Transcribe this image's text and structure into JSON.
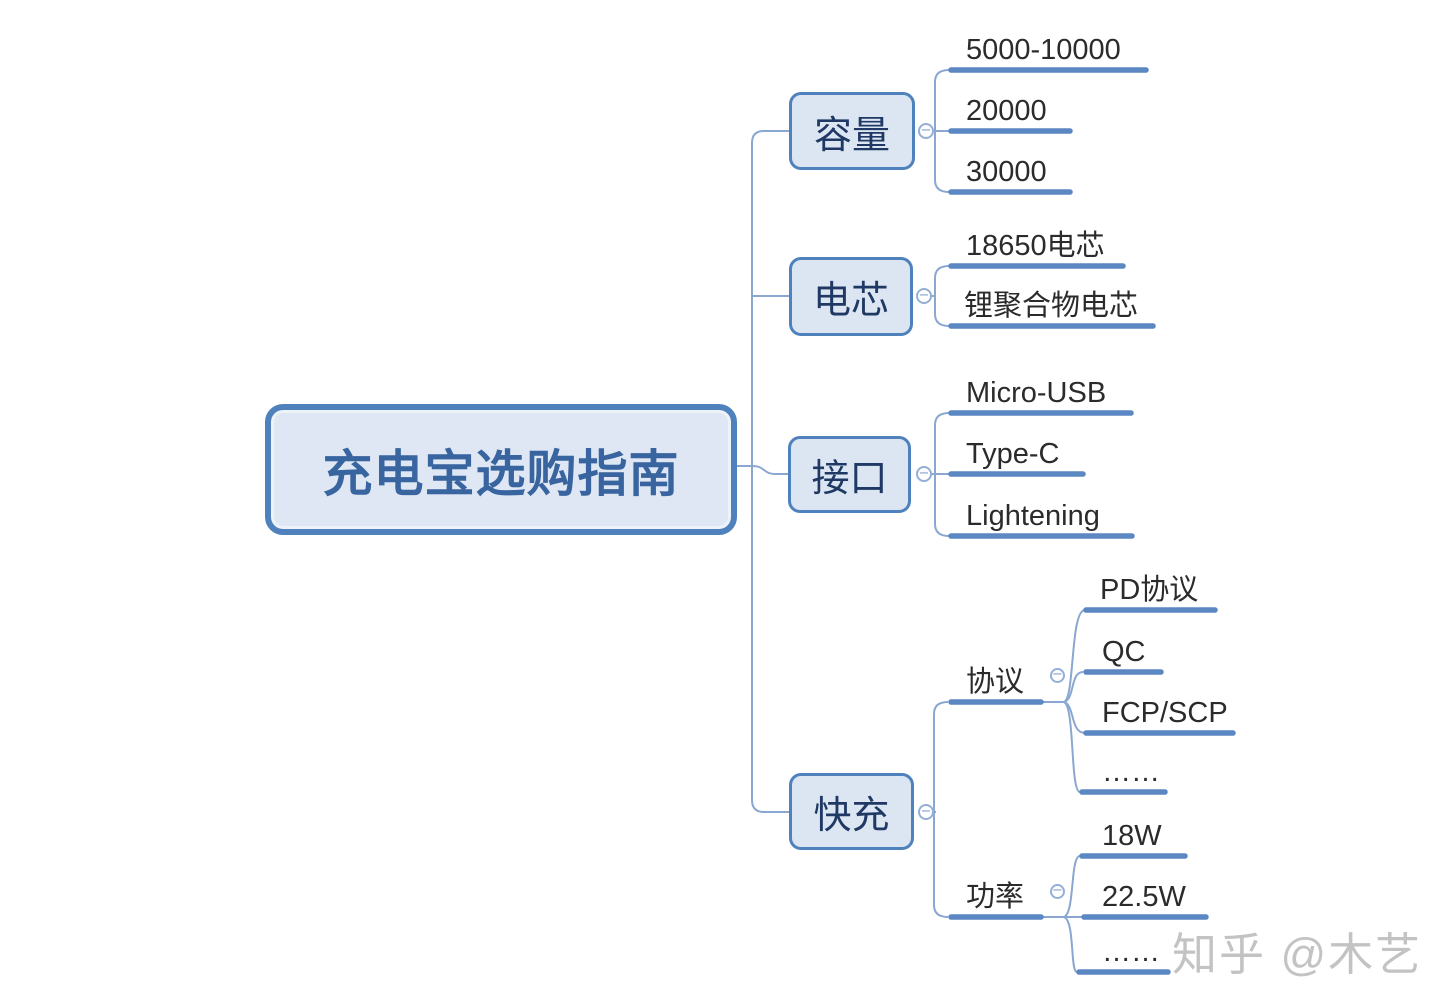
{
  "root": {
    "label": "充电宝选购指南"
  },
  "branches": [
    {
      "label": "容量",
      "children": [
        {
          "label": "5000-10000"
        },
        {
          "label": "20000"
        },
        {
          "label": "30000"
        }
      ]
    },
    {
      "label": "电芯",
      "children": [
        {
          "label": "18650电芯"
        },
        {
          "label": "锂聚合物电芯"
        }
      ]
    },
    {
      "label": "接口",
      "children": [
        {
          "label": "Micro-USB"
        },
        {
          "label": "Type-C"
        },
        {
          "label": "Lightening"
        }
      ]
    },
    {
      "label": "快充",
      "children": [
        {
          "label": "协议",
          "children": [
            {
              "label": "PD协议"
            },
            {
              "label": "QC"
            },
            {
              "label": "FCP/SCP"
            },
            {
              "label": "……"
            }
          ]
        },
        {
          "label": "功率",
          "children": [
            {
              "label": "18W"
            },
            {
              "label": "22.5W"
            },
            {
              "label": "……"
            }
          ]
        }
      ]
    }
  ],
  "icons": {
    "collapse_minus": "−"
  },
  "watermark": {
    "text": "知乎 @木艺"
  },
  "colors": {
    "topic_border": "#4f81bd",
    "topic_fill": "#dce6f2",
    "root_text": "#38649f",
    "topic_text": "#1f3864",
    "leaf_text": "#2b2b2b",
    "line_thick": "#5b87c3",
    "line_thin": "#8aa7d2",
    "watermark_text": "#c3c3c3"
  }
}
